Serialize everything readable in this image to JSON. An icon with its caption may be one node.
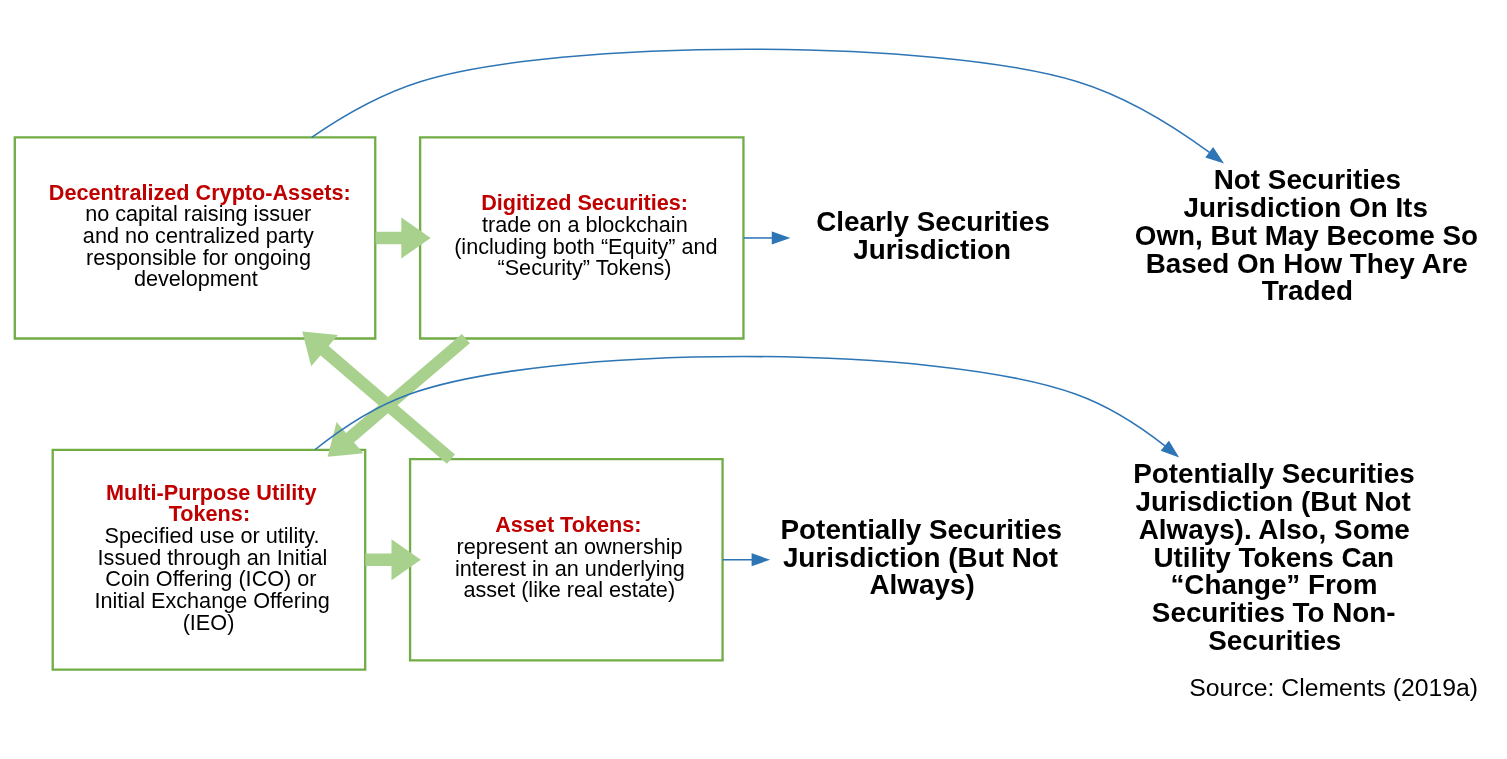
{
  "diagram": {
    "caption": "Source: Clements (2019a)",
    "nodes": [
      {
        "text": [
          "Not Securities Jurisdiction On Its Own, But May Become So Based On How They Are Traded"
        ]
      },
      {
        "text": [
          "Clearly Securities Jurisdiction"
        ]
      },
      {
        "text": [
          "Decentralized Crypto-Assets:",
          "no capital raising issuer and no centralized party responsible for ongoing development"
        ]
      },
      {
        "text": [
          "Digitized Securities:",
          "trade on a blockchain (including both “Equity” and “Security” Tokens)"
        ]
      },
      {
        "text": [
          "Potentially Securities Jurisdiction (But Not Always). Also, Some Utility Tokens Can “Change” From Securities To Non-Securities"
        ]
      },
      {
        "text": [
          "Asset Tokens:",
          "represent an ownership interest in an underlying asset (like real estate)"
        ]
      },
      {
        "text": [
          "Multi-Purpose Utility Tokens:",
          "Specified use or utility. Issued through an Initial Coin Offering (ICO) or Initial Exchange Offering (IEO)"
        ]
      },
      {
        "text": [
          "Potentially Securities Jurisdiction (But Not Always)"
        ]
      }
    ],
    "edges": [
      {
        "from": 2,
        "to": 3,
        "arrow": "to",
        "style": "thick",
        "color": "#a9d18e"
      },
      {
        "from": 3,
        "to": 6,
        "arrow": "to",
        "style": "thick",
        "color": "#a9d18e"
      },
      {
        "from": 6,
        "to": 5,
        "arrow": "to",
        "style": "thick",
        "color": "#a9d18e"
      },
      {
        "from": 5,
        "to": 2,
        "arrow": "to",
        "style": "thick",
        "color": "#a9d18e"
      },
      {
        "from": 2,
        "to": 0,
        "arrow": "to",
        "color": "#2e75b6"
      },
      {
        "from": 3,
        "to": 1,
        "arrow": "to",
        "color": "#2e75b6"
      },
      {
        "from": 6,
        "to": 4,
        "arrow": "to",
        "color": "#2e75b6"
      },
      {
        "from": 5,
        "to": 7,
        "arrow": "to",
        "color": "#2e75b6"
      }
    ]
  }
}
